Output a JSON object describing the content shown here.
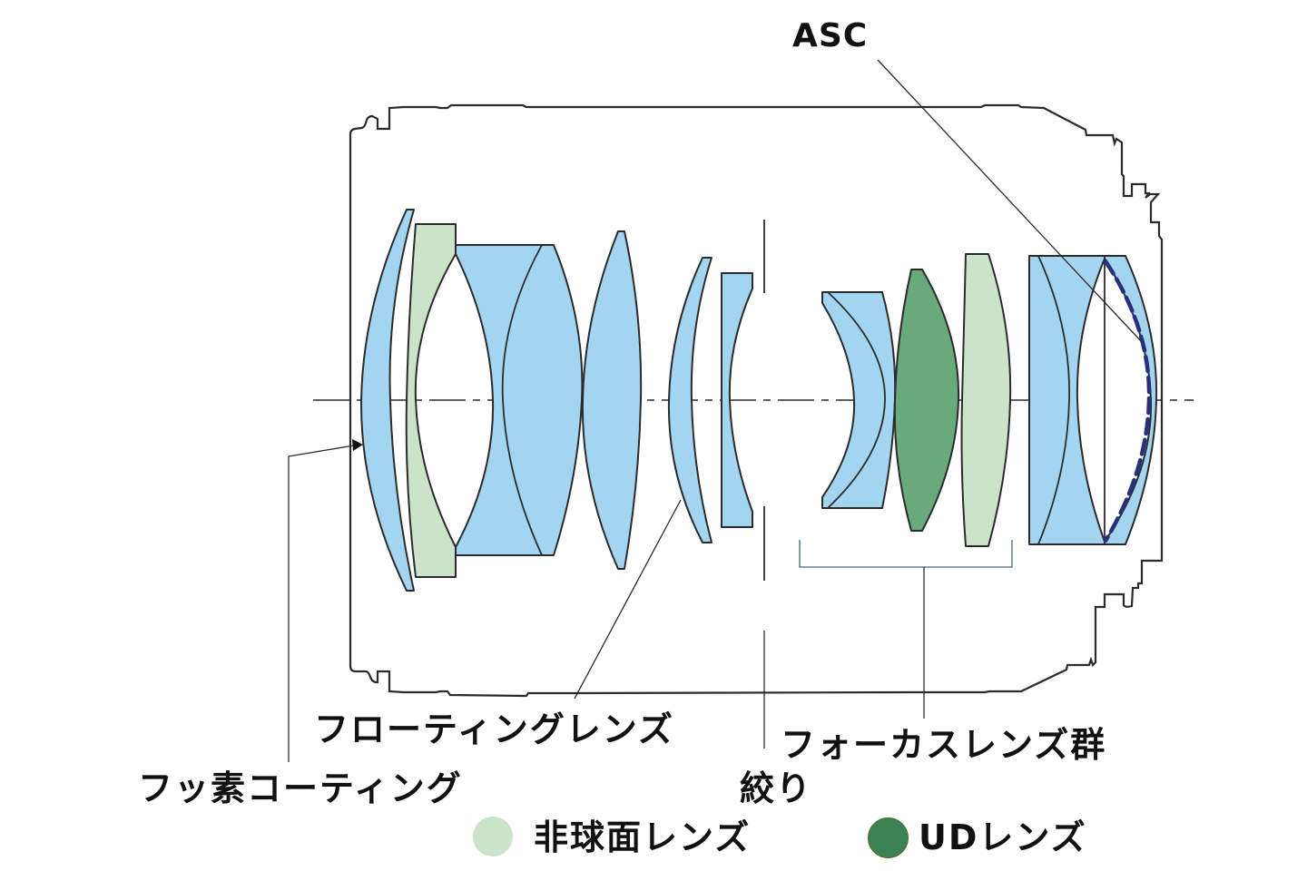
{
  "diagram": {
    "title": "Lens construction diagram",
    "colors": {
      "standard_lens": "#a3d4f0",
      "aspherical_lens": "#cbe3c8",
      "ud_lens": "#68aa7c",
      "ud_legend": "#3a8250",
      "asc_coating": "#28307e",
      "outline": "#2b2b2b"
    },
    "elements": [
      {
        "id": 1,
        "type": "standard",
        "shape": "meniscus"
      },
      {
        "id": 2,
        "type": "aspherical",
        "shape": "meniscus"
      },
      {
        "id": 3,
        "type": "standard",
        "shape": "cemented-doublet"
      },
      {
        "id": 4,
        "type": "standard",
        "shape": "biconvex"
      },
      {
        "id": 5,
        "type": "standard",
        "shape": "meniscus",
        "group": "floating"
      },
      {
        "id": 6,
        "type": "standard",
        "shape": "plano-concave"
      },
      {
        "id": 7,
        "type": "standard",
        "shape": "cemented-meniscus",
        "group": "focus"
      },
      {
        "id": 8,
        "type": "ud",
        "shape": "biconvex",
        "group": "focus"
      },
      {
        "id": 9,
        "type": "aspherical",
        "shape": "biconvex",
        "group": "focus"
      },
      {
        "id": 10,
        "type": "standard",
        "shape": "cemented-doublet",
        "coating": "ASC"
      }
    ]
  },
  "labels": {
    "asc": "ASC",
    "floating_lens": "フローティングレンズ",
    "fluorine_coating": "フッ素コーティング",
    "aperture": "絞り",
    "focus_group": "フォーカスレンズ群"
  },
  "legend": [
    {
      "key": "aspherical",
      "label": "非球面レンズ",
      "color": "#cbe3c8"
    },
    {
      "key": "ud",
      "label": "UDレンズ",
      "color": "#3a8250"
    }
  ]
}
